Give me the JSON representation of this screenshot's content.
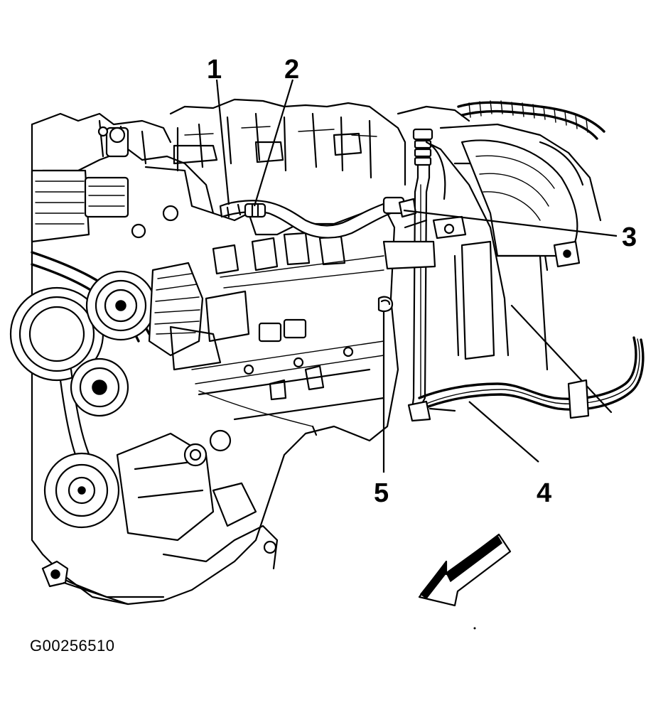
{
  "figure": {
    "id_label": "G00256510"
  },
  "callouts": [
    {
      "number": "1",
      "part": "hose-upper-left"
    },
    {
      "number": "2",
      "part": "hose-fitting"
    },
    {
      "number": "3",
      "part": "pipe-connector"
    },
    {
      "number": "4",
      "part": "transmission-cooler-lines"
    },
    {
      "number": "5",
      "part": "retaining-clip"
    }
  ],
  "icons": {
    "direction_arrow": "front-of-vehicle-arrow-icon"
  },
  "colors": {
    "ink": "#000000",
    "paper": "#ffffff"
  }
}
